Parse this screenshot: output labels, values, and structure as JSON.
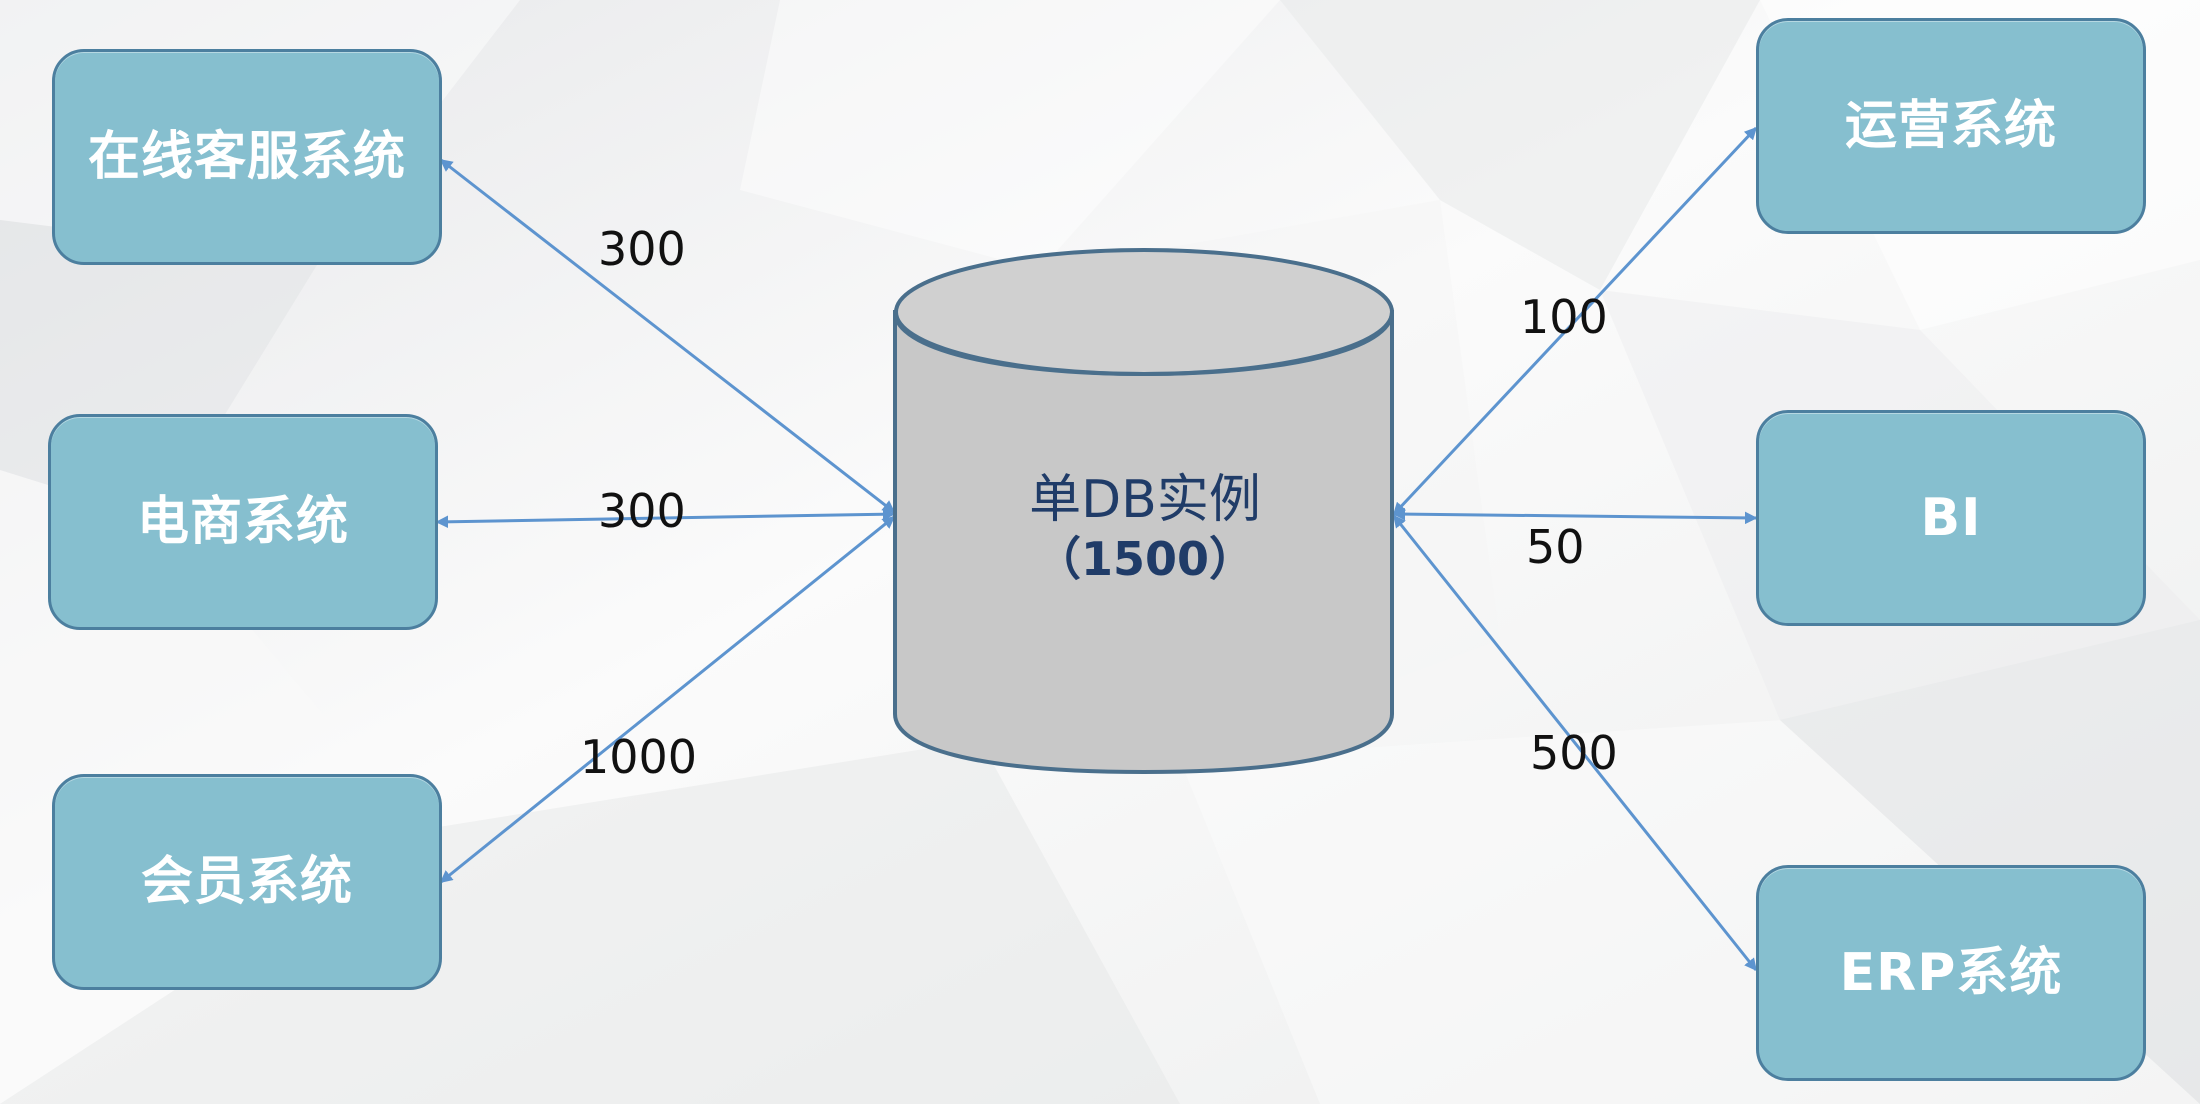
{
  "diagram": {
    "center": {
      "title": "单DB实例",
      "capacity": "（1500）"
    },
    "left_nodes": [
      {
        "label": "在线客服系统",
        "link_value": "300"
      },
      {
        "label": "电商系统",
        "link_value": "300"
      },
      {
        "label": "会员系统",
        "link_value": "1000"
      }
    ],
    "right_nodes": [
      {
        "label": "运营系统",
        "link_value": "100"
      },
      {
        "label": "BI",
        "link_value": "50"
      },
      {
        "label": "ERP系统",
        "link_value": "500"
      }
    ]
  },
  "colors": {
    "background": "#f1f2f3",
    "node_fill": "#86bfcf",
    "node_border": "#4c7f9f",
    "node_text": "#ffffff",
    "connector": "#5d94cf",
    "database_fill": "#c8c8c8",
    "database_border": "#4a6f8c",
    "database_text": "#203c68",
    "edge_label_text": "#111111"
  }
}
